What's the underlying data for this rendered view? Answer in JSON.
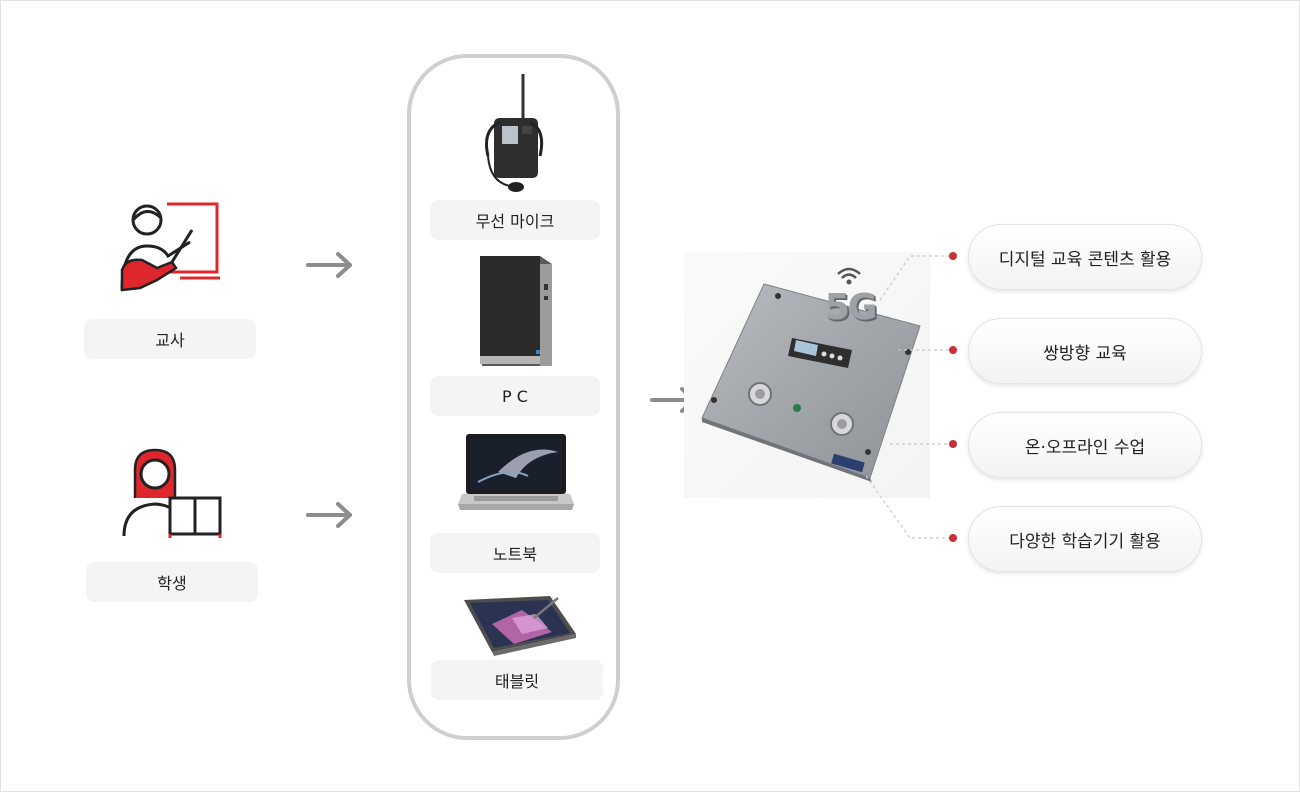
{
  "people": {
    "teacher_label": "교사",
    "student_label": "학생"
  },
  "devices": [
    {
      "label": "무선 마이크",
      "icon": "wireless-mic-icon"
    },
    {
      "label": "P C",
      "icon": "desktop-pc-icon"
    },
    {
      "label": "노트북",
      "icon": "laptop-icon"
    },
    {
      "label": "태블릿",
      "icon": "tablet-icon"
    }
  ],
  "hub": {
    "badge": "5G",
    "icon": "wifi-icon"
  },
  "results": [
    {
      "label": "디지털 교육 콘텐츠 활용"
    },
    {
      "label": "쌍방향 교육"
    },
    {
      "label": "온·오프라인 수업"
    },
    {
      "label": "다양한 학습기기 활용"
    }
  ],
  "colors": {
    "accent": "#e0262d",
    "arrow": "#8c8c8c",
    "pill": "#f4f4f4",
    "group_border": "#cfcfcf",
    "dot": "#c9303a"
  }
}
